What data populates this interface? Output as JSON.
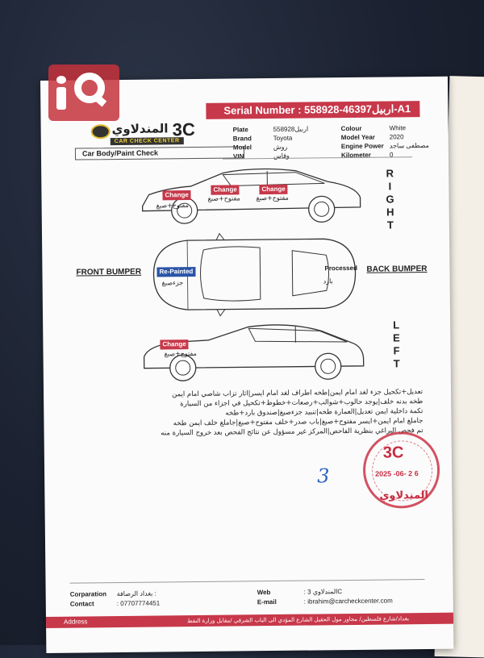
{
  "serial": {
    "label": "Serial Number :",
    "value": "اربيل46397-558928-A1"
  },
  "logo": {
    "arabic": "المندلاوي",
    "mark": "3C",
    "tagline": "CAR CHECK CENTER"
  },
  "vehicle_info_left": [
    {
      "key": "Plate",
      "value": "558928اربيل"
    },
    {
      "key": "Brand",
      "value": "Toyota"
    },
    {
      "key": "Model",
      "value": "روش"
    },
    {
      "key": "VIN",
      "value": "وقاس"
    }
  ],
  "vehicle_info_right": [
    {
      "key": "Colour",
      "value": "White"
    },
    {
      "key": "Model Year",
      "value": "2020"
    },
    {
      "key": "Engine Power",
      "value": "مصطفى ساجد"
    },
    {
      "key": "Kilometer",
      "value": "0"
    }
  ],
  "section_title": "Car Body/Paint Check",
  "tags": {
    "right_1": "Change",
    "right_2": "Change",
    "right_3": "Change",
    "front_top": "Re-Painted",
    "left_1": "Change"
  },
  "notes_short": {
    "right_1": "مفتوح+صبغ",
    "right_2": "مفتوح+صبغ",
    "right_3": "مفتوح+صبغ",
    "front_top": "جزءصبغ",
    "back_top": "بارد",
    "left_1": "مفتوح+صبغ"
  },
  "processed_label": "Processed",
  "side_labels": {
    "right": "RIGHT",
    "left": "LEFT"
  },
  "bumpers": {
    "front": "FRONT BUMPER",
    "back": "BACK BUMPER"
  },
  "notes": [
    "تعديل+تكحيل جزء لغد امام ايمن|طخه اطراف لغد امام ايسر|اثار تزاب شاصي امام ايمن",
    "طخه بدنه خلف|يوجد حالوب+شوالب+رصعات+خطوط+تكحيل في اجزاء من السيارة",
    "تكمة داخلية ايمن تعديل|العمارة طخه|تنبيد جزءصبغ|صندوق بارد+طخه",
    "جاملغ امام ايمن+ايسر مفتوح+صبغ|باب صدر+خلف مفتوح+صبغ|جاملغ خلف ايمن طخه",
    "تم فحص البراغي بنظرية الفاحص|المركز غير مسؤول عن نتائج الفحص بعد خروج السيارة منه"
  ],
  "stamp": {
    "mark": "3C",
    "date": "2025 -06- 2 6",
    "arabic": "المندلاوي"
  },
  "handwritten_number": "3",
  "footer_left": [
    {
      "key": "Corparation",
      "value": "بغداد الرصافة :"
    },
    {
      "key": "Contact",
      "value": ": 07707774451"
    }
  ],
  "footer_right": [
    {
      "key": "Web",
      "value": ": المندلاوي 3C"
    },
    {
      "key": "E-mail",
      "value": ": ibrahim@carcheckcenter.com"
    }
  ],
  "address": {
    "label": "Address",
    "value": "بغداد/شارع فلسطين/ مجاور مول الحقيل الشارع المؤدي الى الباب الشرقي /مقابل وزارة النفط"
  },
  "watermark": "iQ",
  "colors": {
    "accent": "#c7384a",
    "blue_tag": "#2b55a8"
  }
}
